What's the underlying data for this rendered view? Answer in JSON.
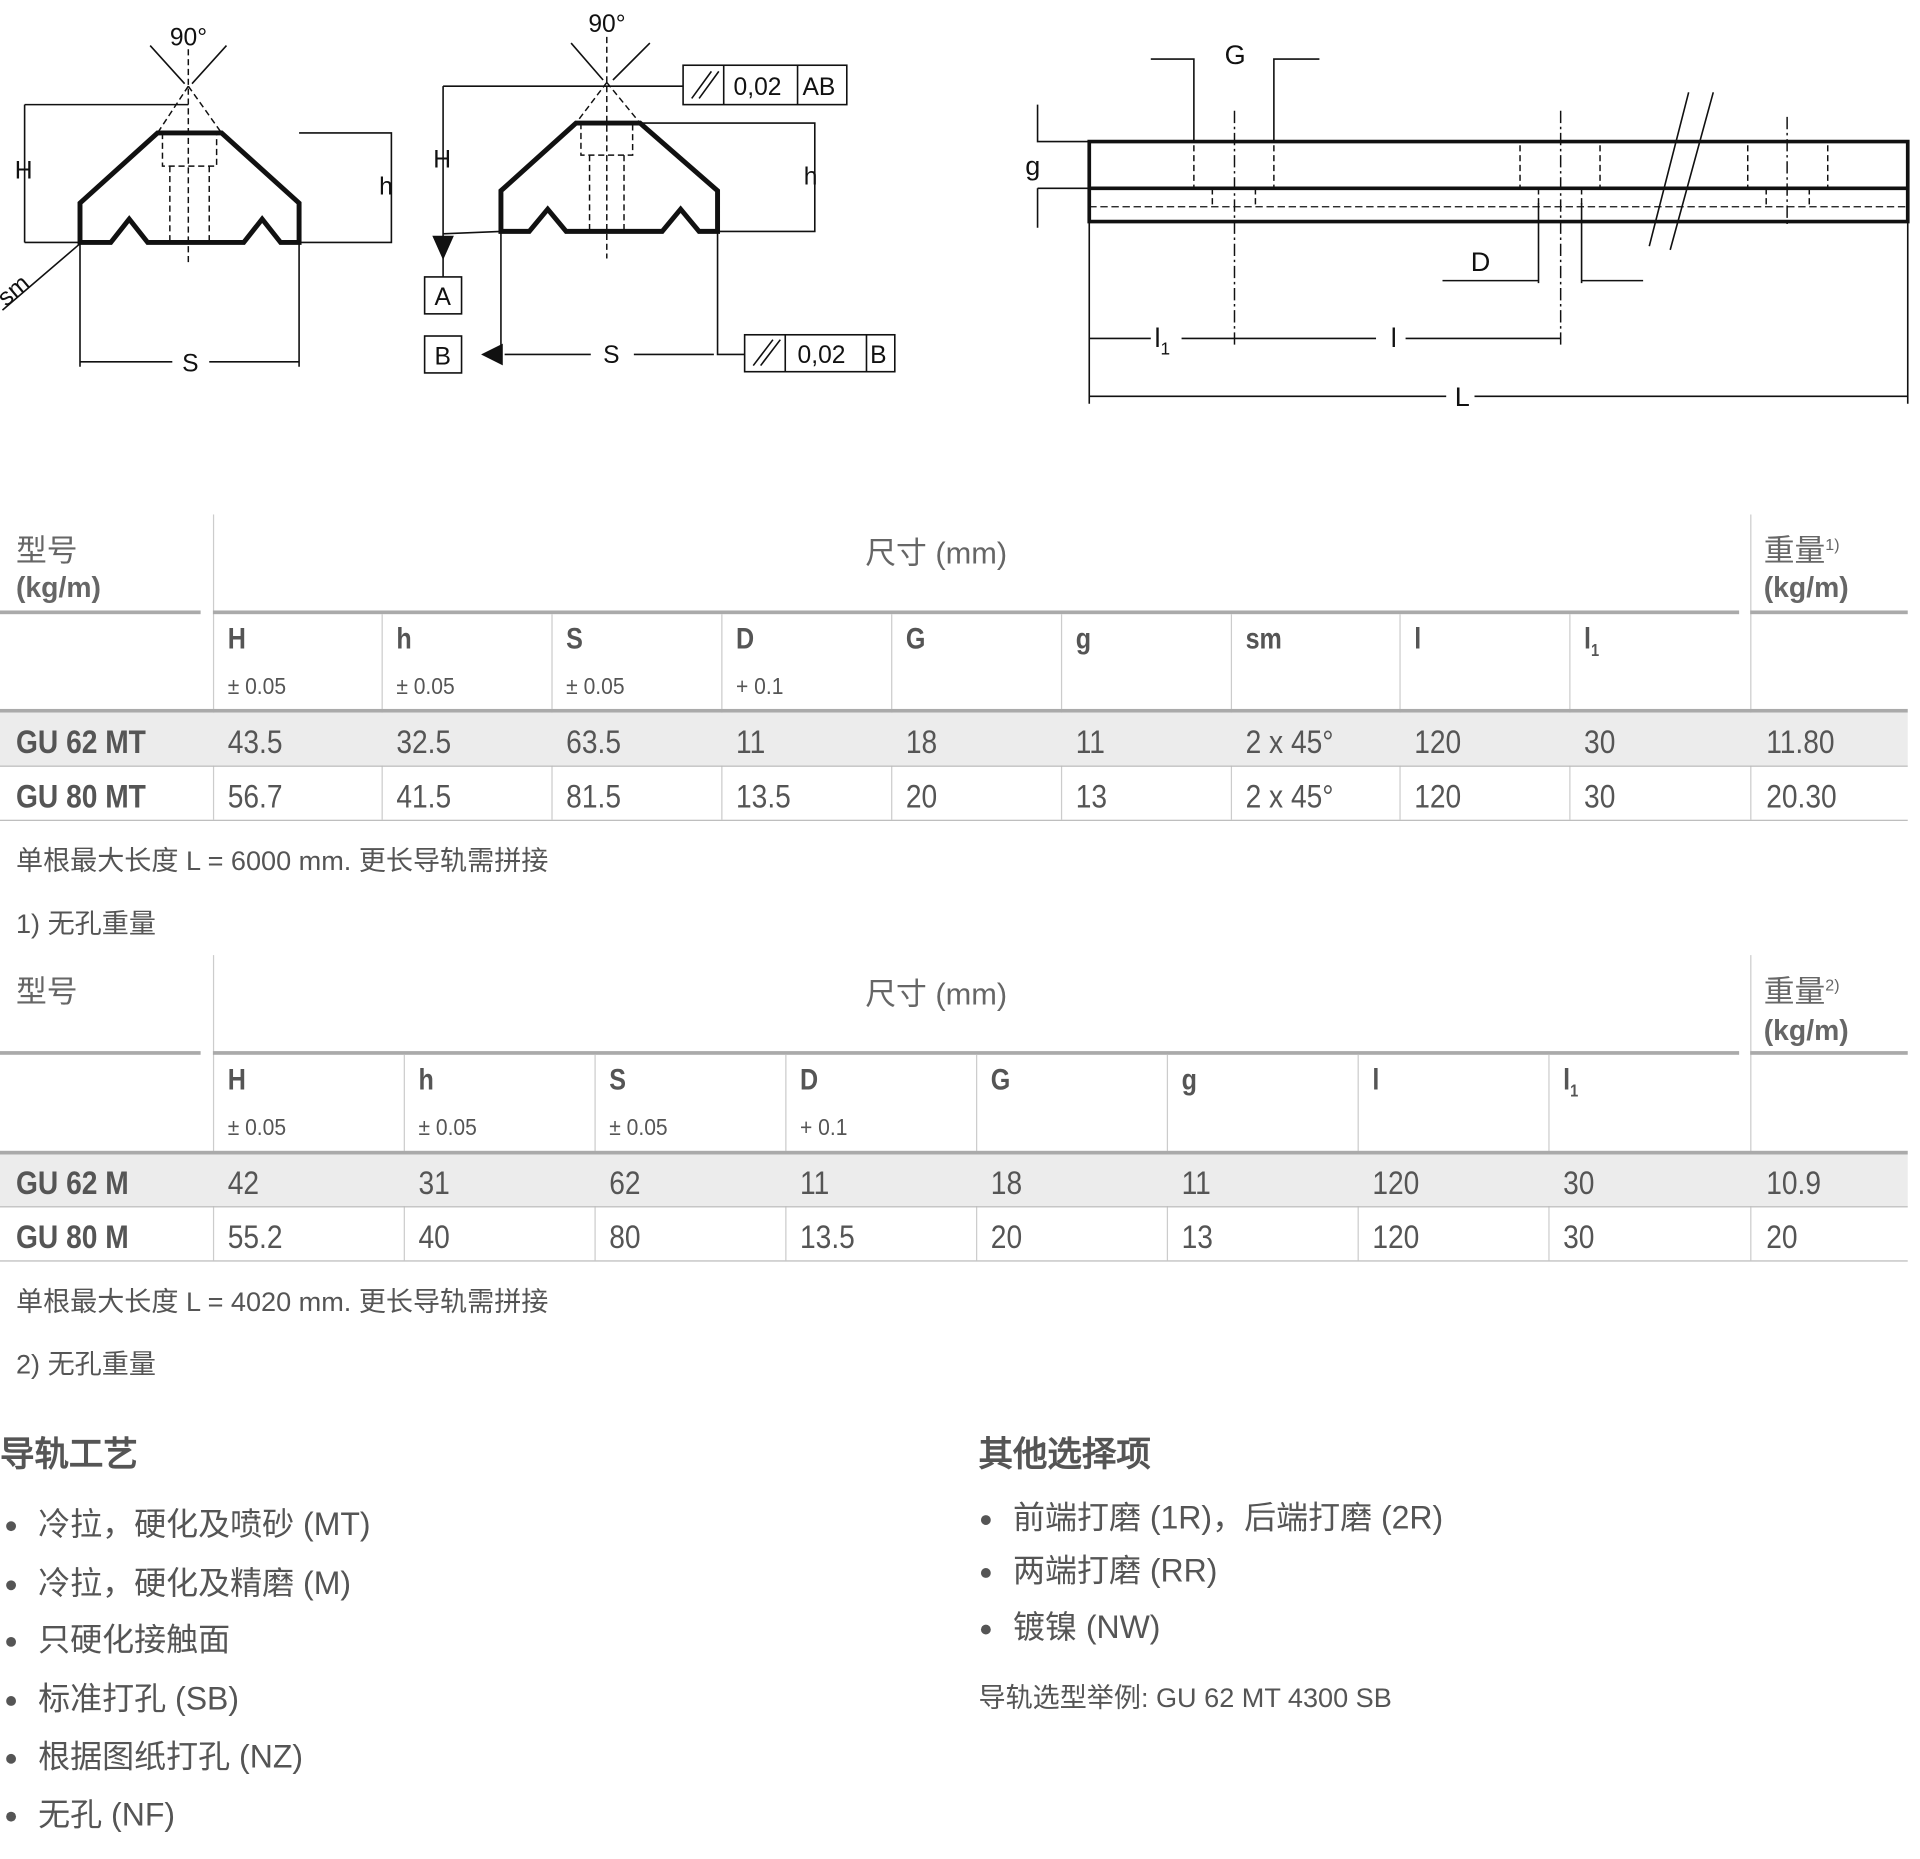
{
  "drawings": {
    "profile_mt": {
      "angle": "90°",
      "H": "H",
      "h": "h",
      "sm": "sm",
      "S": "S"
    },
    "profile_m": {
      "angle": "90°",
      "H": "H",
      "h": "h",
      "S": "S",
      "datum_a": "A",
      "datum_b": "B",
      "tol1_value": "0,02",
      "tol1_ref": "AB",
      "tol2_value": "0,02",
      "tol2_ref": "B"
    },
    "rail": {
      "G": "G",
      "g": "g",
      "D": "D",
      "l1": "l",
      "l1_sub": "1",
      "l": "l",
      "L": "L"
    }
  },
  "table1": {
    "type_header": "型号",
    "type_unit": "(kg/m)",
    "dims_header": "尺寸 (mm)",
    "weight_header": "重量",
    "weight_sup": "1)",
    "weight_unit": "(kg/m)",
    "columns": [
      {
        "name": "H",
        "tol": "± 0.05"
      },
      {
        "name": "h",
        "tol": "± 0.05"
      },
      {
        "name": "S",
        "tol": "± 0.05"
      },
      {
        "name": "D",
        "tol": "+ 0.1"
      },
      {
        "name": "G",
        "tol": ""
      },
      {
        "name": "g",
        "tol": ""
      },
      {
        "name": "sm",
        "tol": ""
      },
      {
        "name": "l",
        "tol": ""
      },
      {
        "name": "l",
        "sub": "1",
        "tol": ""
      }
    ],
    "rows": [
      {
        "type": "GU 62 MT",
        "values": [
          "43.5",
          "32.5",
          "63.5",
          "11",
          "18",
          "11",
          "2 x 45°",
          "120",
          "30"
        ],
        "weight": "11.80"
      },
      {
        "type": "GU 80 MT",
        "values": [
          "56.7",
          "41.5",
          "81.5",
          "13.5",
          "20",
          "13",
          "2 x 45°",
          "120",
          "30"
        ],
        "weight": "20.30"
      }
    ],
    "note": "单根最大长度 L = 6000 mm. 更长导轨需拼接",
    "footnote": "1) 无孔重量"
  },
  "table2": {
    "type_header": "型号",
    "dims_header": "尺寸 (mm)",
    "weight_header": "重量",
    "weight_sup": "2)",
    "weight_unit": "(kg/m)",
    "columns": [
      {
        "name": "H",
        "tol": "± 0.05"
      },
      {
        "name": "h",
        "tol": "± 0.05"
      },
      {
        "name": "S",
        "tol": "± 0.05"
      },
      {
        "name": "D",
        "tol": "+ 0.1"
      },
      {
        "name": "G",
        "tol": ""
      },
      {
        "name": "g",
        "tol": ""
      },
      {
        "name": "l",
        "tol": ""
      },
      {
        "name": "l",
        "sub": "1",
        "tol": ""
      }
    ],
    "rows": [
      {
        "type": "GU 62 M",
        "values": [
          "42",
          "31",
          "62",
          "11",
          "18",
          "11",
          "120",
          "30"
        ],
        "weight": "10.9"
      },
      {
        "type": "GU 80 M",
        "values": [
          "55.2",
          "40",
          "80",
          "13.5",
          "20",
          "13",
          "120",
          "30"
        ],
        "weight": "20"
      }
    ],
    "note": "单根最大长度 L = 4020 mm. 更长导轨需拼接",
    "footnote": "2) 无孔重量"
  },
  "process": {
    "title": "导轨工艺",
    "items": [
      "冷拉，硬化及喷砂 (MT)",
      "冷拉，硬化及精磨 (M)",
      "只硬化接触面",
      "标准打孔 (SB)",
      "根据图纸打孔 (NZ)",
      "无孔 (NF)"
    ]
  },
  "options": {
    "title": "其他选择项",
    "items": [
      "前端打磨 (1R)，后端打磨 (2R)",
      "两端打磨 (RR)",
      "镀镍 (NW)"
    ],
    "example": "导轨选型举例: GU 62 MT 4300 SB"
  }
}
